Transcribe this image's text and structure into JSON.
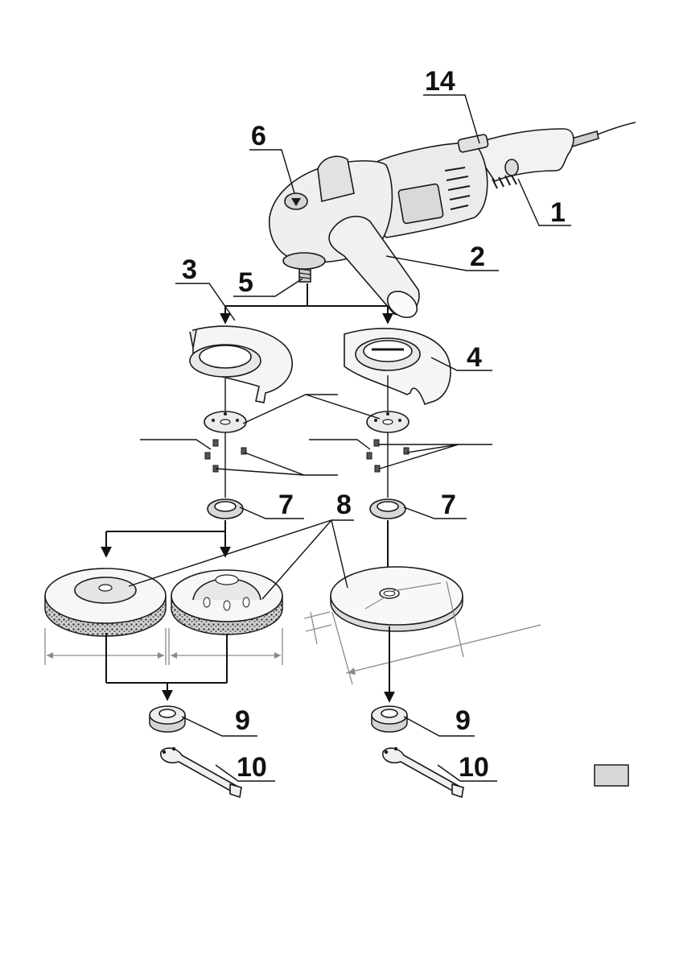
{
  "labels": {
    "l1": "1",
    "l2": "2",
    "l3": "3",
    "l4": "4",
    "l5": "5",
    "l6": "6",
    "l7a": "7",
    "l7b": "7",
    "l8": "8",
    "l9a": "9",
    "l9b": "9",
    "l10a": "10",
    "l10b": "10",
    "l14": "14"
  },
  "colors": {
    "ink": "#111111",
    "dimension": "#8a8a8a",
    "box_fill": "#d8d8d8",
    "part_fill": "#f4f4f4"
  }
}
